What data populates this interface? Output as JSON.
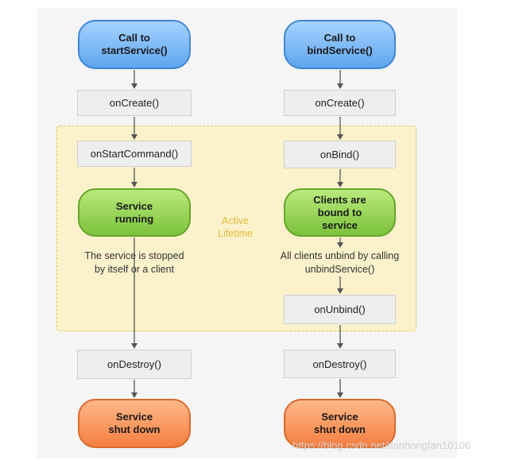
{
  "left_flow": {
    "start": "Call to\nstartService()",
    "create": "onCreate()",
    "command": "onStartCommand()",
    "running": "Service\nrunning",
    "stop_note": "The service is stopped\nby itself or a client",
    "destroy": "onDestroy()",
    "shutdown": "Service\nshut down"
  },
  "right_flow": {
    "start": "Call to\nbindService()",
    "create": "onCreate()",
    "bind": "onBind()",
    "bound": "Clients are\nbound to\nservice",
    "unbind_note": "All clients unbind by calling\nunbindService()",
    "unbind": "onUnbind()",
    "destroy": "onDestroy()",
    "shutdown": "Service\nshut down"
  },
  "lifetime_label": "Active\nLifetime",
  "watermark": "https://blog.csdn.net/tianhongfan10106",
  "colors": {
    "start": "#5ea6ef",
    "running": "#7cc23b",
    "shutdown": "#f57f3f",
    "lifetime_region": "#fbf2cc"
  }
}
